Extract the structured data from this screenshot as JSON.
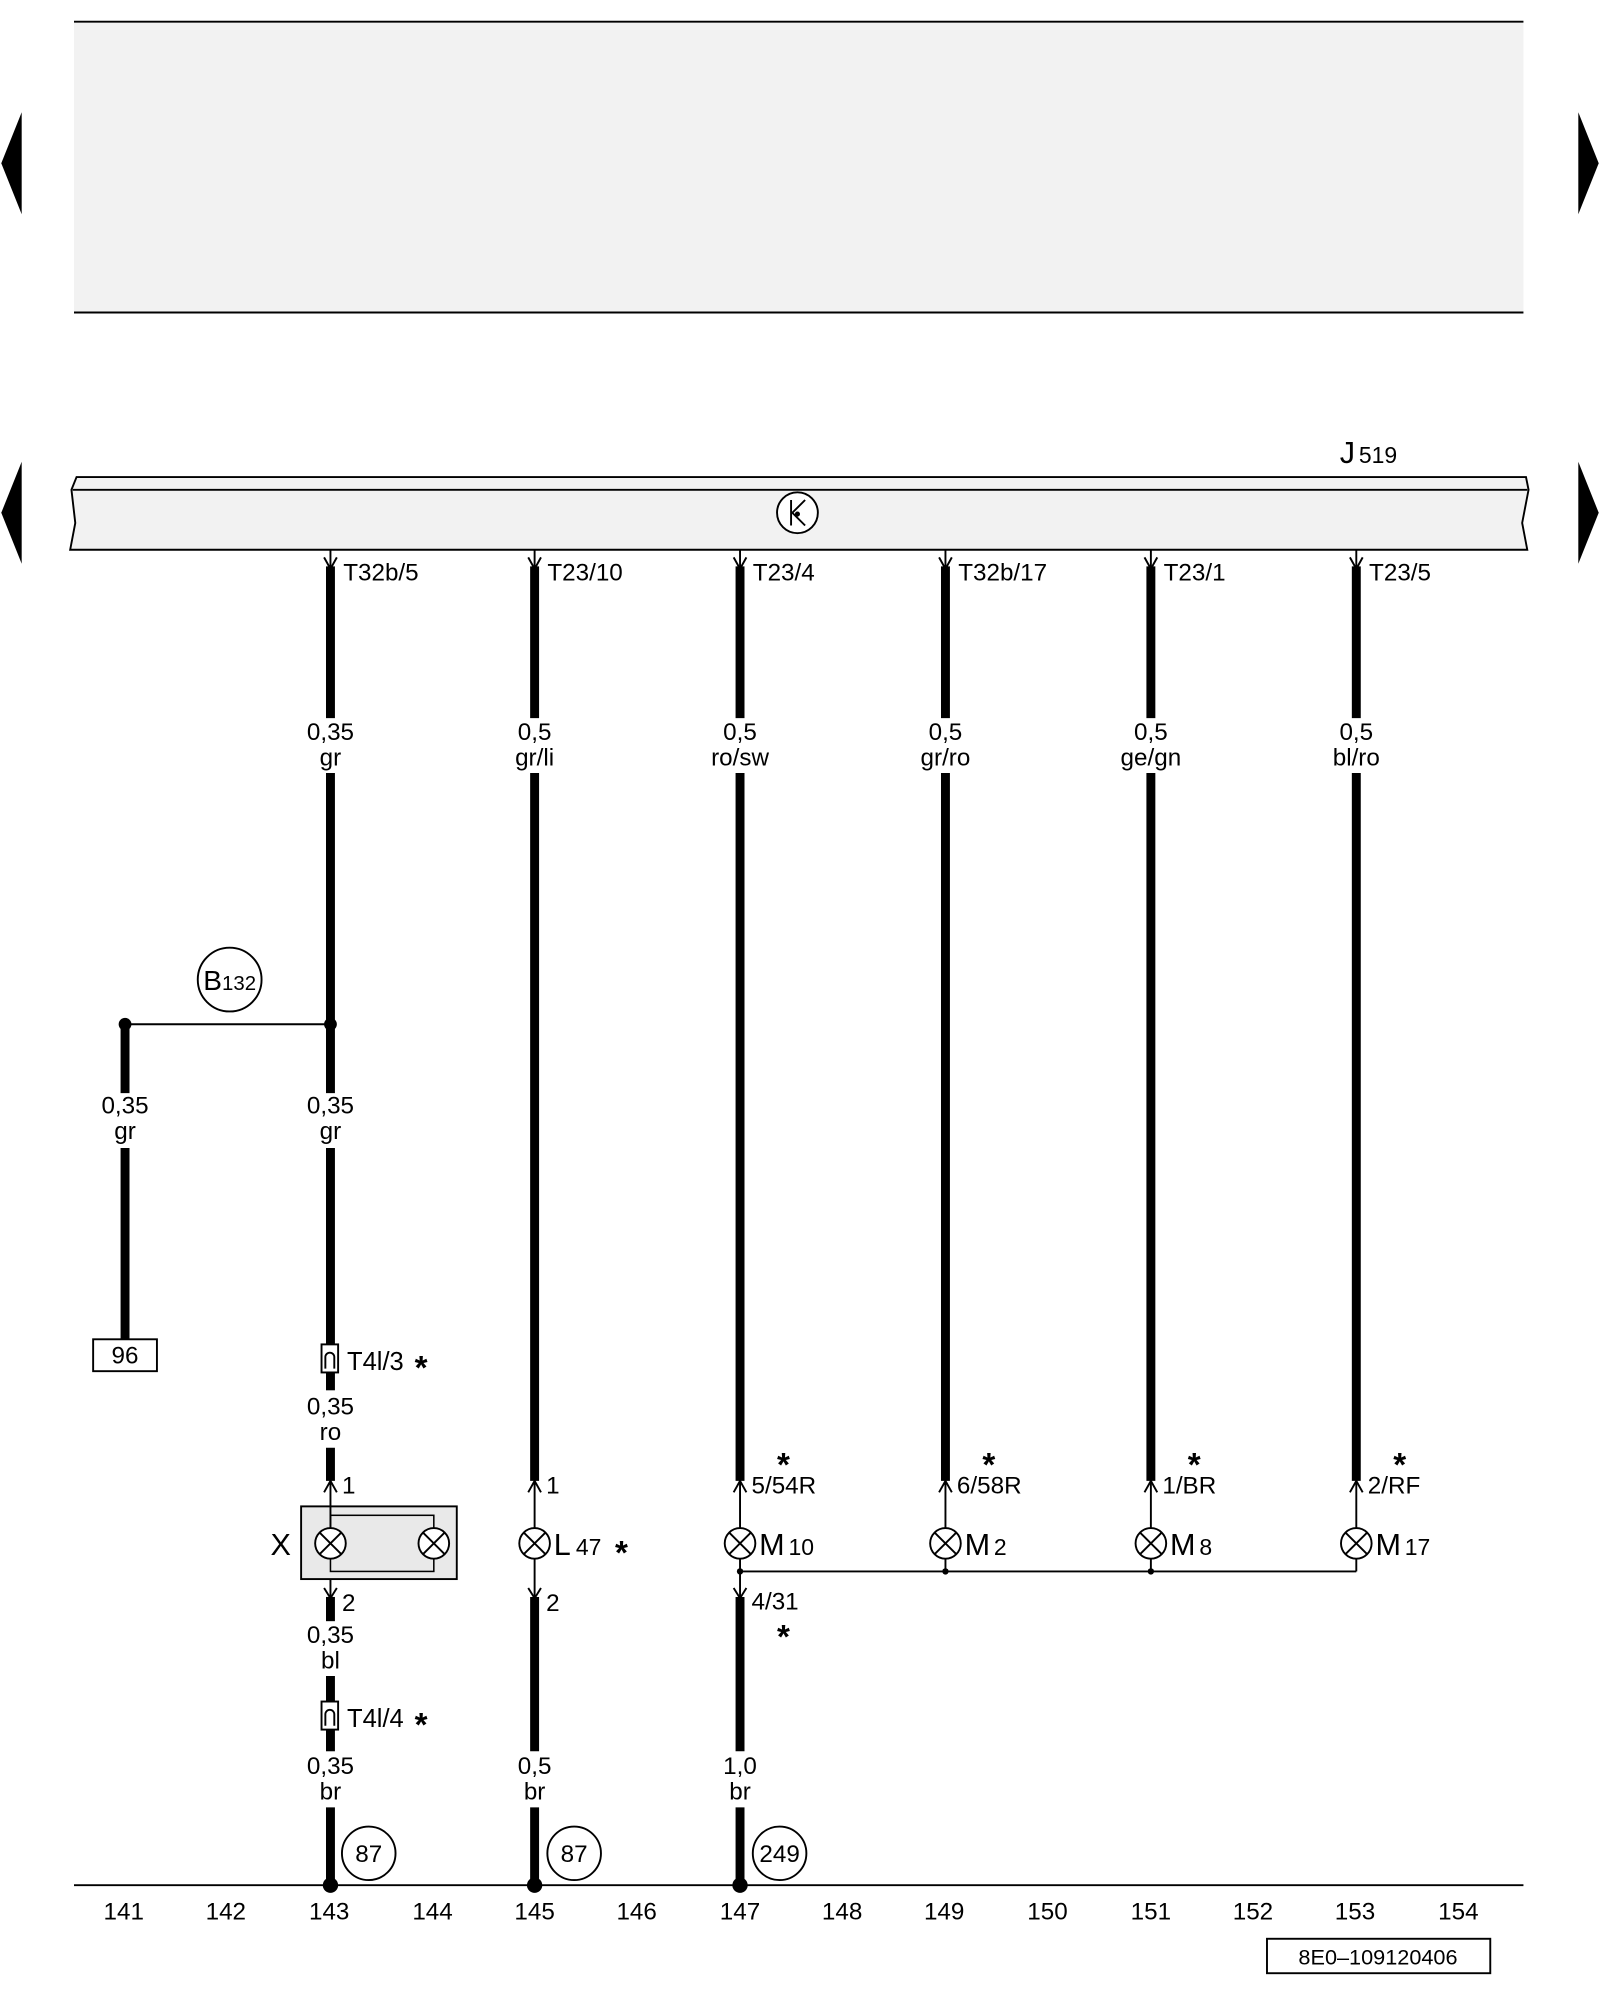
{
  "page": {
    "background": "#ffffff",
    "panel_fill": "#f2f2f2",
    "component_fill": "#e9e9e9",
    "ink": "#000000"
  },
  "navigation": {
    "previous_icon": "triangle-left-icon",
    "next_icon": "triangle-right-icon"
  },
  "control_unit": {
    "letter": "J",
    "number": "519",
    "symbol_icon": "k-diagnosis-icon"
  },
  "top_wires": [
    {
      "connector": "T32b/5",
      "size": "0,35",
      "color": "gr"
    },
    {
      "connector": "T23/10",
      "size": "0,5",
      "color": "gr/li"
    },
    {
      "connector": "T23/4",
      "size": "0,5",
      "color": "ro/sw"
    },
    {
      "connector": "T32b/17",
      "size": "0,5",
      "color": "gr/ro"
    },
    {
      "connector": "T23/1",
      "size": "0,5",
      "color": "ge/gn"
    },
    {
      "connector": "T23/5",
      "size": "0,5",
      "color": "bl/ro"
    }
  ],
  "branch": {
    "letter": "B",
    "number": "132",
    "left_wire": {
      "size": "0,35",
      "color": "gr"
    },
    "right_wire": {
      "size": "0,35",
      "color": "gr"
    },
    "reference": "96"
  },
  "track_143": {
    "connector_upper": "T4l/3",
    "connector_upper_star": "*",
    "wire_in": {
      "size": "0,35",
      "color": "ro"
    },
    "pin_in": "1",
    "component": "X",
    "pin_out": "2",
    "wire_mid": {
      "size": "0,35",
      "color": "bl"
    },
    "connector_lower": "T4l/4",
    "connector_lower_star": "*",
    "wire_out": {
      "size": "0,35",
      "color": "br"
    },
    "ground_ref": "87",
    "lamp_icon": "bulb-icon"
  },
  "track_145": {
    "pin_in": "1",
    "component_letter": "L",
    "component_number": "47",
    "star": "*",
    "pin_out": "2",
    "wire_out": {
      "size": "0,5",
      "color": "br"
    },
    "ground_ref": "87"
  },
  "track_147": {
    "star_in": "*",
    "pin_in": "5/54R",
    "component_letter": "M",
    "component_number": "10",
    "pin_out": "4/31",
    "star_out": "*",
    "wire_out": {
      "size": "1,0",
      "color": "br"
    },
    "ground_ref": "249"
  },
  "track_149": {
    "star": "*",
    "pin_in": "6/58R",
    "component_letter": "M",
    "component_number": "2"
  },
  "track_151": {
    "star": "*",
    "pin_in": "1/BR",
    "component_letter": "M",
    "component_number": "8"
  },
  "track_153": {
    "star": "*",
    "pin_in": "2/RF",
    "component_letter": "M",
    "component_number": "17"
  },
  "current_track": [
    "141",
    "142",
    "143",
    "144",
    "145",
    "146",
    "147",
    "148",
    "149",
    "150",
    "151",
    "152",
    "153",
    "154"
  ],
  "footer": {
    "code": "8E0–109120406"
  }
}
